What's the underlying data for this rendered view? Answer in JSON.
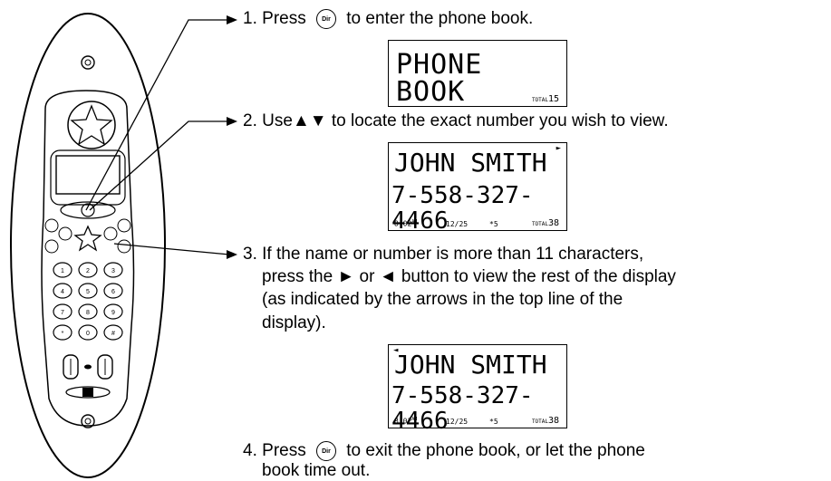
{
  "steps": [
    {
      "num": "1.",
      "pre": "Press",
      "button": "Dir",
      "post": "to enter the phone book."
    },
    {
      "num": "2.",
      "pre": "Use",
      "arrows": "▲▼",
      "post": "to locate the exact number you wish to view."
    },
    {
      "num": "3.",
      "line1": "If the name or number is more than 11 characters,",
      "line2a": "press the",
      "right_arrow": "►",
      "or": "or",
      "left_arrow": "◄",
      "line2b": "button to view the rest of the display",
      "line3": "(as indicated by the arrows in the top line of the",
      "line4": "display)."
    },
    {
      "num": "4.",
      "pre": "Press",
      "button": "Dir",
      "post": "to exit the phone book, or let the phone",
      "line2": "book time out."
    }
  ],
  "lcd1": {
    "text": "PHONE BOOK",
    "total_label": "TOTAL",
    "total": "15"
  },
  "lcd2": {
    "name": "JOHN SMITH",
    "indicator": "►",
    "number": "7-558-327-4466",
    "time": "8:02",
    "ampm": "AM",
    "date": "12/25",
    "calls": "*5",
    "total_label": "TOTAL",
    "total": "38"
  },
  "lcd3": {
    "indicator": "◄",
    "name": "JOHN SMITH",
    "number": "7-558-327-4466",
    "time": "8:02",
    "ampm": "AM",
    "date": "12/25",
    "calls": "*5",
    "total_label": "TOTAL",
    "total": "38"
  }
}
